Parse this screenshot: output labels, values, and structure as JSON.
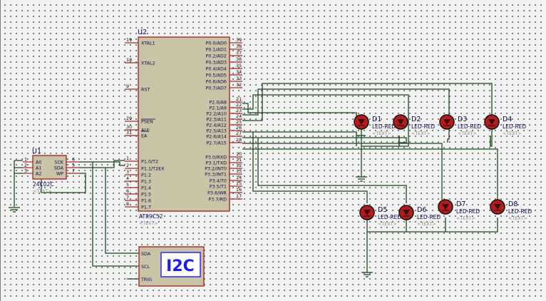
{
  "mcu": {
    "ref": "U2",
    "part": "AT89C52",
    "text": "<TEXT>",
    "left_pins": [
      {
        "num": "19",
        "name": "XTAL1"
      },
      {
        "num": "18",
        "name": "XTAL2"
      },
      {
        "num": "9",
        "name": "RST"
      },
      {
        "num": "29",
        "name": "PSEN"
      },
      {
        "num": "30",
        "name": "ALE"
      },
      {
        "num": "31",
        "name": "EA"
      },
      {
        "num": "1",
        "name": "P1.0/T2"
      },
      {
        "num": "2",
        "name": "P1.1/T2EX"
      },
      {
        "num": "3",
        "name": "P1.2"
      },
      {
        "num": "4",
        "name": "P1.3"
      },
      {
        "num": "5",
        "name": "P1.4"
      },
      {
        "num": "6",
        "name": "P1.5"
      },
      {
        "num": "7",
        "name": "P1.6"
      },
      {
        "num": "8",
        "name": "P1.7"
      }
    ],
    "right_pins": [
      {
        "num": "39",
        "name": "P0.0/AD0"
      },
      {
        "num": "38",
        "name": "P0.1/AD1"
      },
      {
        "num": "37",
        "name": "P0.2/AD2"
      },
      {
        "num": "36",
        "name": "P0.3/AD3"
      },
      {
        "num": "35",
        "name": "P0.4/AD4"
      },
      {
        "num": "34",
        "name": "P0.5/AD5"
      },
      {
        "num": "33",
        "name": "P0.6/AD6"
      },
      {
        "num": "32",
        "name": "P0.7/AD7"
      },
      {
        "num": "21",
        "name": "P2.0/A8"
      },
      {
        "num": "22",
        "name": "P2.1/A9"
      },
      {
        "num": "23",
        "name": "P2.2/A10"
      },
      {
        "num": "24",
        "name": "P2.3/A11"
      },
      {
        "num": "25",
        "name": "P2.4/A12"
      },
      {
        "num": "26",
        "name": "P2.5/A13"
      },
      {
        "num": "27",
        "name": "P2.6/A14"
      },
      {
        "num": "28",
        "name": "P2.7/A15"
      },
      {
        "num": "10",
        "name": "P3.0/RXD"
      },
      {
        "num": "11",
        "name": "P3.1/TXD"
      },
      {
        "num": "12",
        "name": "P3.2/INT0"
      },
      {
        "num": "13",
        "name": "P3.3/INT1"
      },
      {
        "num": "14",
        "name": "P3.4/T0"
      },
      {
        "num": "15",
        "name": "P3.5/T1"
      },
      {
        "num": "16",
        "name": "P3.6/WR"
      },
      {
        "num": "17",
        "name": "P3.7/RD"
      }
    ]
  },
  "eeprom": {
    "ref": "U1",
    "part": "24C02C",
    "text": "<TEXT>",
    "left_pins": [
      {
        "num": "1",
        "name": "A0"
      },
      {
        "num": "2",
        "name": "A1"
      },
      {
        "num": "3",
        "name": "A2"
      }
    ],
    "right_pins": [
      {
        "num": "6",
        "name": "SCK"
      },
      {
        "num": "5",
        "name": "SDA"
      },
      {
        "num": "7",
        "name": "WP"
      }
    ]
  },
  "debugger": {
    "title": "I2C",
    "pins": [
      "SDA",
      "SCL",
      "TRIG"
    ]
  },
  "leds": [
    {
      "ref": "D1",
      "value": "LED-RED",
      "text": "<TEXT>"
    },
    {
      "ref": "D2",
      "value": "LED-RED",
      "text": "<TEXT>"
    },
    {
      "ref": "D3",
      "value": "LED-RED",
      "text": "<TEXT>"
    },
    {
      "ref": "D4",
      "value": "LED-RED",
      "text": "<TEXT>"
    },
    {
      "ref": "D5",
      "value": "LED-RED",
      "text": "<TEXT>"
    },
    {
      "ref": "D6",
      "value": "LED-RED",
      "text": "<TEXT>"
    },
    {
      "ref": "D7",
      "value": "LED-RED",
      "text": "<TEXT>"
    },
    {
      "ref": "D8",
      "value": "LED-RED",
      "text": "<TEXT>"
    }
  ]
}
